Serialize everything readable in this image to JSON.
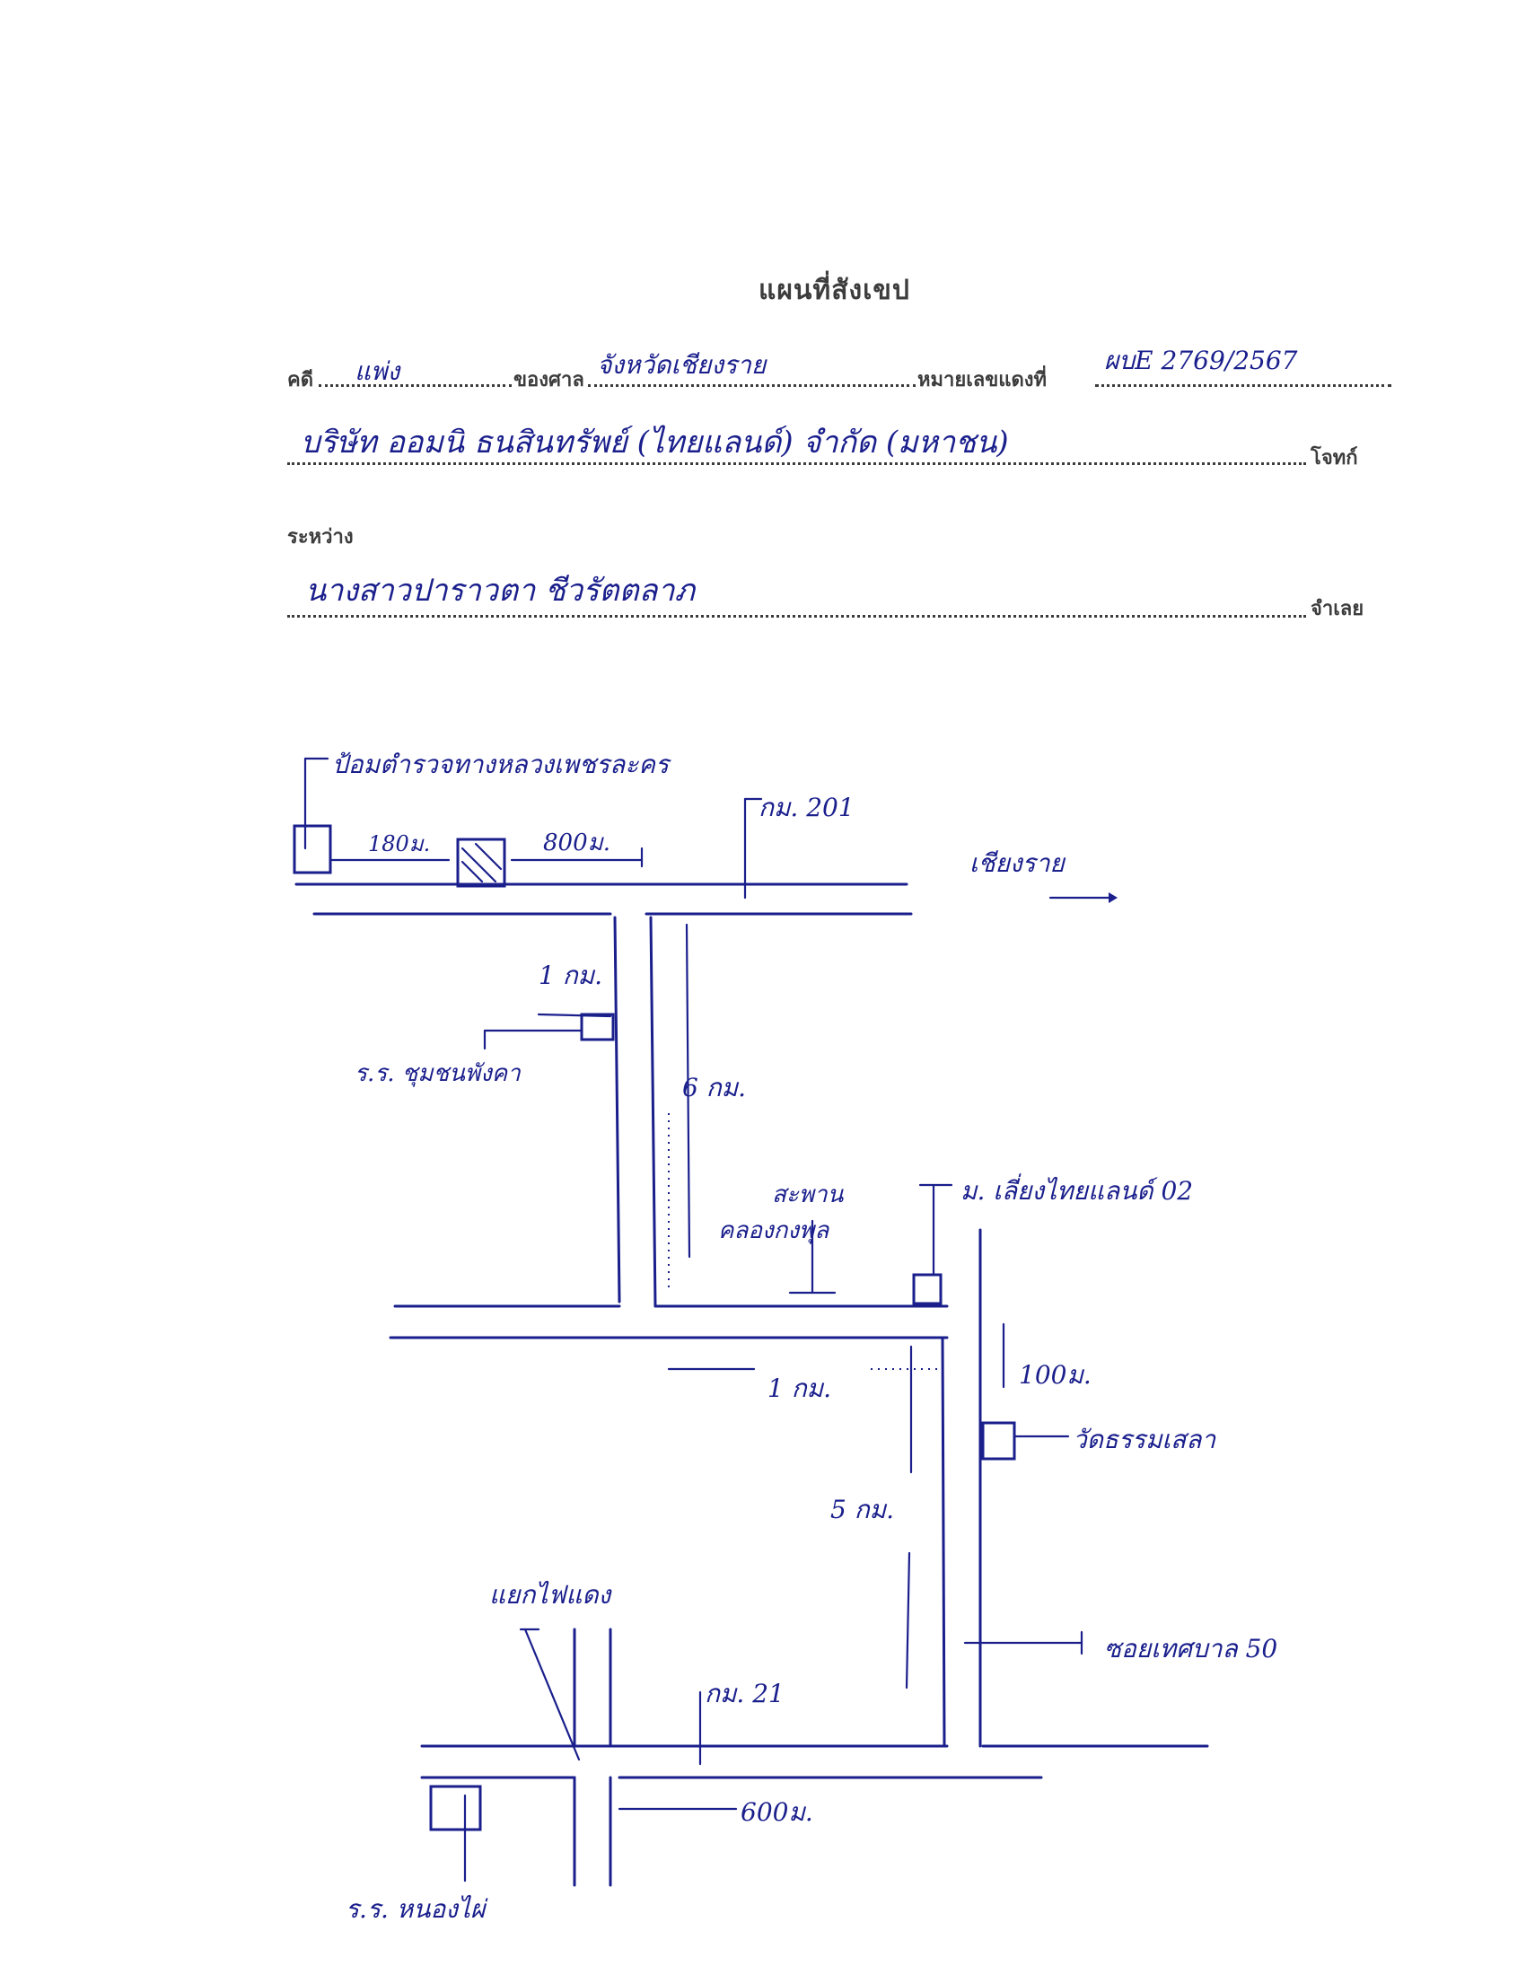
{
  "header": {
    "title": "แผนที่สังเขป",
    "label_case": "คดี",
    "label_court": "ของศาล",
    "label_number": "หมายเลขแดงที่",
    "label_plaintiff": "โจทก์",
    "label_between": "ระหว่าง",
    "label_defendant": "จำเลย"
  },
  "filled": {
    "case_type": "แพ่ง",
    "court": "จังหวัดเชียงราย",
    "red_number": "ผบE 2769/2567",
    "plaintiff": "บริษัท ออมนิ ธนสินทรัพย์ (ไทยแลนด์) จำกัด (มหาชน)",
    "defendant": "นางสาวปาราวตา ชีวรัตตลาภ"
  },
  "map": {
    "labels": {
      "police": "ป้อมตำรวจทางหลวงเพชรละคร",
      "dist_180": "180ม.",
      "dist_800": "800ม.",
      "km_201": "กม. 201",
      "direction": "เชียงราย",
      "dist_1km_top": "1 กม.",
      "school_chumchon": "ร.ร. ชุมชนพังคา",
      "dist_6km": "6 กม.",
      "bridge": "สะพาน",
      "canal": "คลองกงพุล",
      "village_ban": "ม. เลี่ยงไทยแลนด์ 02",
      "dist_1km_mid": "1 กม.",
      "dist_100": "100ม.",
      "temple": "วัดธรรมเสลา",
      "dist_5km": "5 กม.",
      "traffic_light": "แยกไฟแดง",
      "soi": "ซอยเทศบาล 50",
      "km_21": "กม. 21",
      "dist_600": "600ม.",
      "school_nongpai": "ร.ร. หนองไผ่"
    }
  }
}
